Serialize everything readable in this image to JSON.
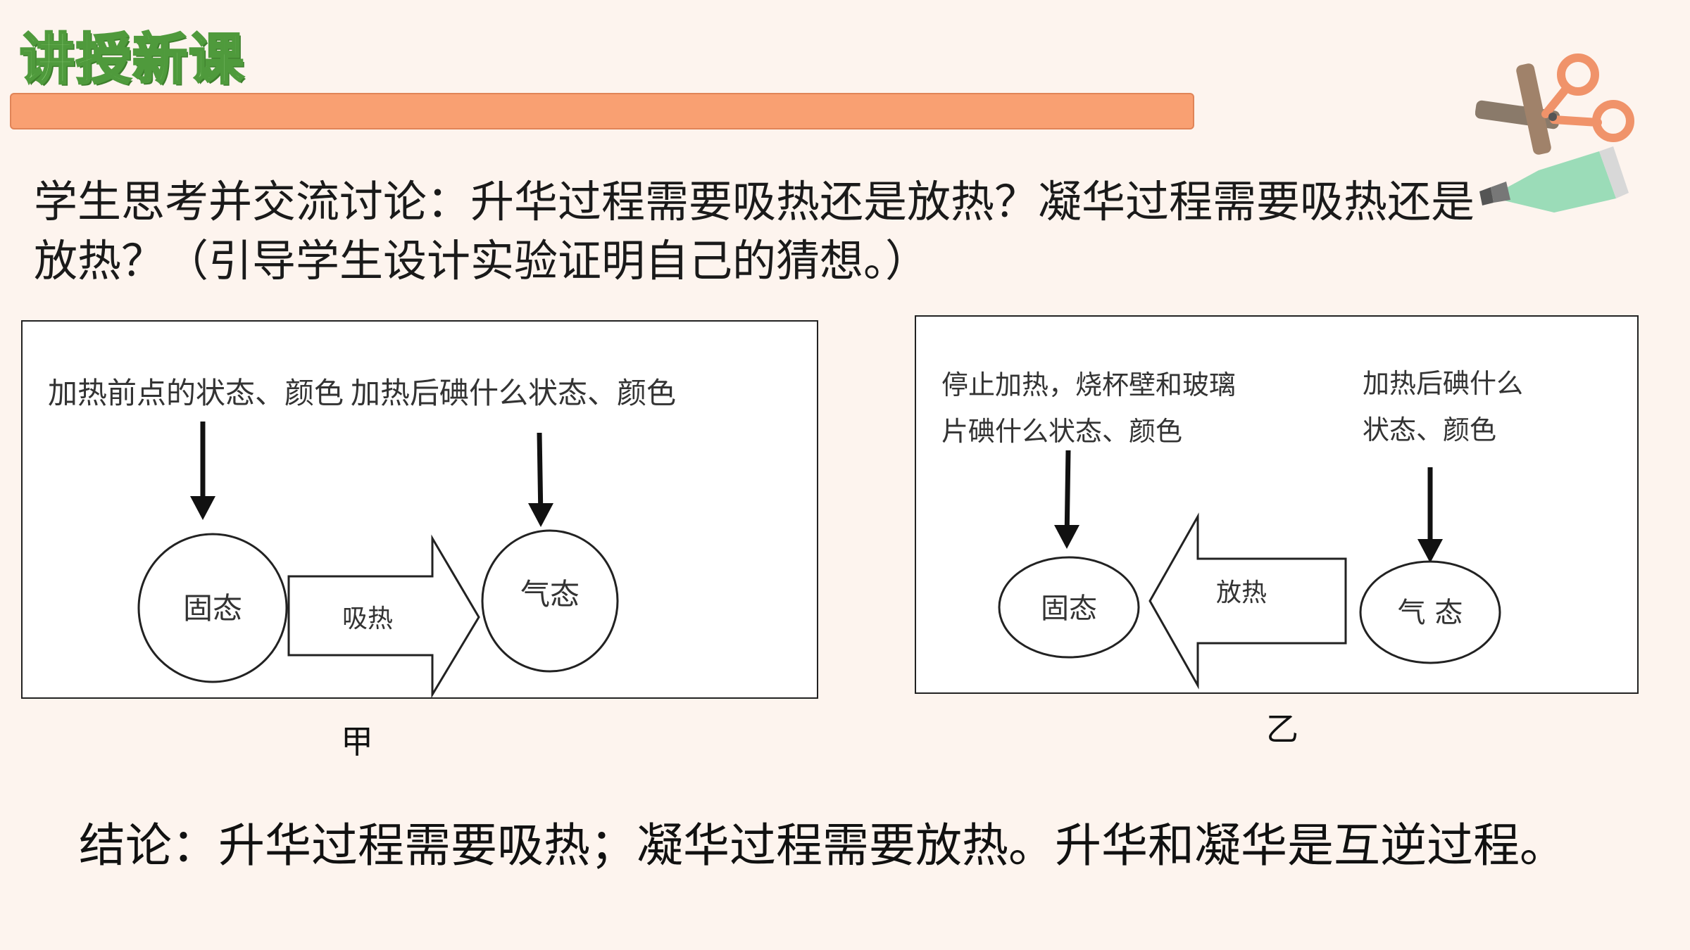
{
  "slide": {
    "title": "讲授新课",
    "question": "学生思考并交流讨论：升华过程需要吸热还是放热？凝华过程需要吸热还是放热？（引导学生设计实验证明自己的猜想。）",
    "conclusion": "结论：升华过程需要吸热；凝华过程需要放热。升华和凝华是互逆过程。"
  },
  "diagram_jia": {
    "caption": "甲",
    "label_before": "加热前点的状态、颜色",
    "label_after": "加热后碘什么状态、颜色",
    "node_solid": "固态",
    "node_gas": "气态",
    "arrow_label": "吸热"
  },
  "diagram_yi": {
    "caption": "乙",
    "label_stop_line1": "停止加热，烧杯壁和玻璃",
    "label_stop_line2": "片碘什么状态、颜色",
    "label_after_line1": "加热后碘什么",
    "label_after_line2": "状态、颜色",
    "node_solid": "固态",
    "node_gas": "气 态",
    "arrow_label": "放热"
  },
  "colors": {
    "title_fill": "#8fd07a",
    "title_outline": "#4f9a3c",
    "title_bar": "#f9a072",
    "background": "#fdf4ee"
  },
  "icons": [
    "scissors-icon",
    "paint-tube-icon"
  ]
}
